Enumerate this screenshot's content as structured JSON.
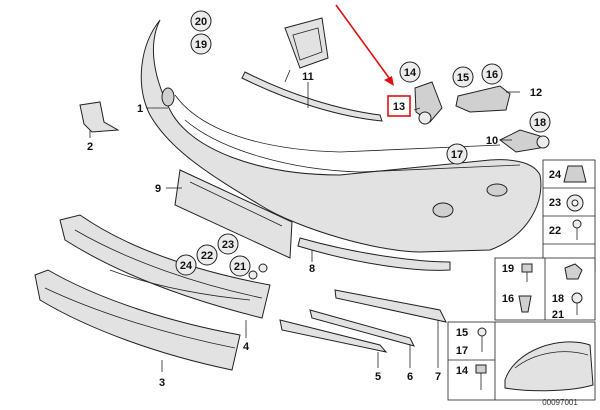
{
  "callouts": [
    {
      "id": "c20",
      "text": "20"
    },
    {
      "id": "c19",
      "text": "19"
    },
    {
      "id": "c11",
      "text": "11"
    },
    {
      "id": "c1",
      "text": "1"
    },
    {
      "id": "c2",
      "text": "2"
    },
    {
      "id": "c14",
      "text": "14"
    },
    {
      "id": "c13",
      "text": "13"
    },
    {
      "id": "c15",
      "text": "15"
    },
    {
      "id": "c16",
      "text": "16"
    },
    {
      "id": "c12",
      "text": "12"
    },
    {
      "id": "c10",
      "text": "10"
    },
    {
      "id": "c18",
      "text": "18"
    },
    {
      "id": "c17",
      "text": "17"
    },
    {
      "id": "c9",
      "text": "9"
    },
    {
      "id": "c23",
      "text": "23"
    },
    {
      "id": "c22",
      "text": "22"
    },
    {
      "id": "c24",
      "text": "24"
    },
    {
      "id": "c21",
      "text": "21"
    },
    {
      "id": "c8",
      "text": "8"
    },
    {
      "id": "c4",
      "text": "4"
    },
    {
      "id": "c3",
      "text": "3"
    },
    {
      "id": "c5",
      "text": "5"
    },
    {
      "id": "c6",
      "text": "6"
    },
    {
      "id": "c7",
      "text": "7"
    }
  ],
  "legend_panel": {
    "rows": [
      "24",
      "23",
      "22",
      "19",
      "16",
      "18",
      "21",
      "15",
      "17",
      "14"
    ]
  },
  "catalog_number": "00097001",
  "highlight_color": "#e01010"
}
